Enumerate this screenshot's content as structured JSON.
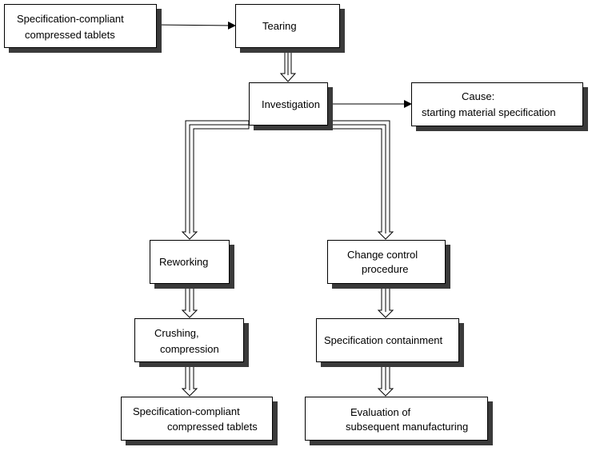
{
  "nodes": {
    "start": {
      "line1": "Specification-compliant",
      "line2": "compressed tablets"
    },
    "tearing": {
      "label": "Tearing"
    },
    "investigation": {
      "label": "Investigation"
    },
    "cause": {
      "line1": "Cause:",
      "line2": "starting material specification"
    },
    "reworking": {
      "label": "Reworking"
    },
    "change_control": {
      "line1": "Change control",
      "line2": "procedure"
    },
    "crushing": {
      "line1": "Crushing,",
      "line2": "compression"
    },
    "spec_containment": {
      "label": "Specification containment"
    },
    "end_tablets": {
      "line1": "Specification-compliant",
      "line2": "compressed tablets"
    },
    "evaluation": {
      "line1": "Evaluation of",
      "line2": "subsequent manufacturing"
    }
  }
}
